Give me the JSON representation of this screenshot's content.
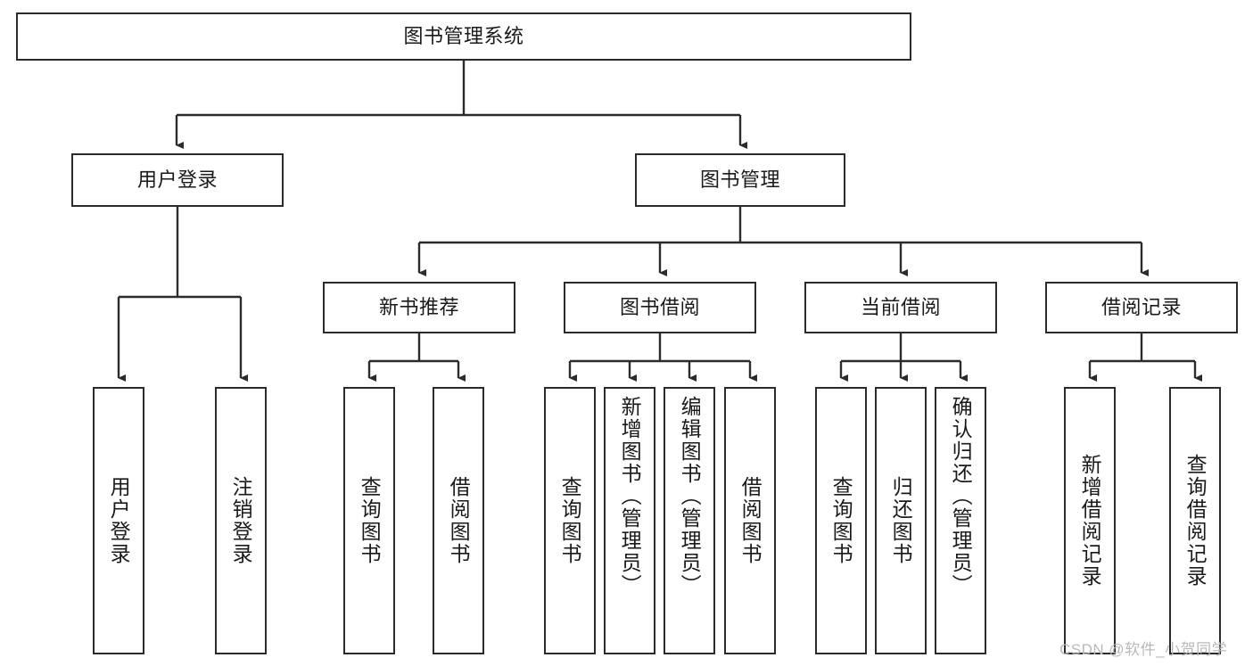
{
  "diagram": {
    "type": "tree-hierarchy-chart",
    "title": "图书管理系统",
    "watermark": "CSDN @软件_小贺同学",
    "colors": {
      "stroke": "#2b2b2b",
      "fill": "#ffffff",
      "text": "#1a1a1a",
      "watermark": "#b9b9b9"
    },
    "levels": {
      "root": {
        "label": "图书管理系统"
      },
      "level2": [
        {
          "id": "user-login",
          "label": "用户登录"
        },
        {
          "id": "book-management",
          "label": "图书管理"
        }
      ],
      "level3": [
        {
          "id": "new-book-recommend",
          "label": "新书推荐",
          "parent": "book-management"
        },
        {
          "id": "book-borrow",
          "label": "图书借阅",
          "parent": "book-management"
        },
        {
          "id": "current-borrow",
          "label": "当前借阅",
          "parent": "book-management"
        },
        {
          "id": "borrow-record",
          "label": "借阅记录",
          "parent": "book-management"
        }
      ],
      "leaves": [
        {
          "id": "leaf-user-login",
          "label": "用户登录",
          "parent": "user-login"
        },
        {
          "id": "leaf-user-logout",
          "label": "注销登录",
          "parent": "user-login"
        },
        {
          "id": "leaf-query-book-1",
          "label": "查询图书",
          "parent": "new-book-recommend"
        },
        {
          "id": "leaf-borrow-book-1",
          "label": "借阅图书",
          "parent": "new-book-recommend"
        },
        {
          "id": "leaf-query-book-2",
          "label": "查询图书",
          "parent": "book-borrow"
        },
        {
          "id": "leaf-add-book",
          "label": "新增图书（管理员）",
          "parent": "book-borrow"
        },
        {
          "id": "leaf-edit-book",
          "label": "编辑图书（管理员）",
          "parent": "book-borrow"
        },
        {
          "id": "leaf-borrow-book-2",
          "label": "借阅图书",
          "parent": "book-borrow"
        },
        {
          "id": "leaf-query-book-3",
          "label": "查询图书",
          "parent": "current-borrow"
        },
        {
          "id": "leaf-return-book",
          "label": "归还图书",
          "parent": "current-borrow"
        },
        {
          "id": "leaf-confirm-return",
          "label": "确认归还（管理员）",
          "parent": "current-borrow"
        },
        {
          "id": "leaf-add-record",
          "label": "新增借阅记录",
          "parent": "borrow-record"
        },
        {
          "id": "leaf-query-record",
          "label": "查询借阅记录",
          "parent": "borrow-record"
        }
      ]
    }
  }
}
